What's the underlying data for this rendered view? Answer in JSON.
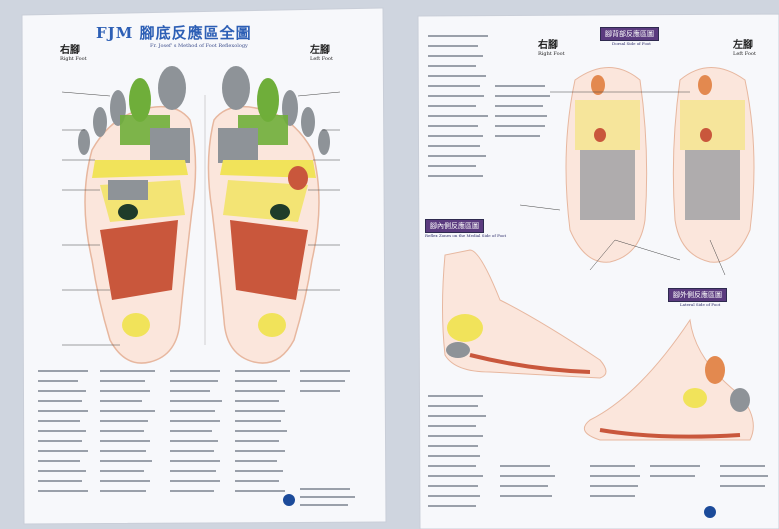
{
  "left_poster": {
    "title": "FJM 腳底反應區全圖",
    "subtitle": "Fr. Josef' s Method of Foot Reflexology",
    "right_foot_label": "右腳",
    "right_foot_sub": "Right Foot",
    "left_foot_label": "左腳",
    "left_foot_sub": "Left Foot"
  },
  "right_poster": {
    "dorsal_title": "腳背部反應區圖",
    "dorsal_sub": "Dorsal Side of Foot",
    "right_foot_label": "右腳",
    "right_foot_sub": "Right Foot",
    "left_foot_label": "左腳",
    "left_foot_sub": "Left Foot",
    "medial_title": "腳內側反應區圖",
    "medial_sub": "Reflex Zones on the Medial Side of Foot",
    "lateral_title": "腳外側反應區圖",
    "lateral_sub": "Lateral Side of Foot"
  },
  "colors": {
    "wall": "#d8dde6",
    "poster": "#f4f6fb",
    "gray_zone": "#8a8f95",
    "green_zone": "#6fae3a",
    "red_zone": "#c9573c",
    "yellow_zone": "#f1e35a",
    "outline_peach": "#f2c9b3"
  }
}
